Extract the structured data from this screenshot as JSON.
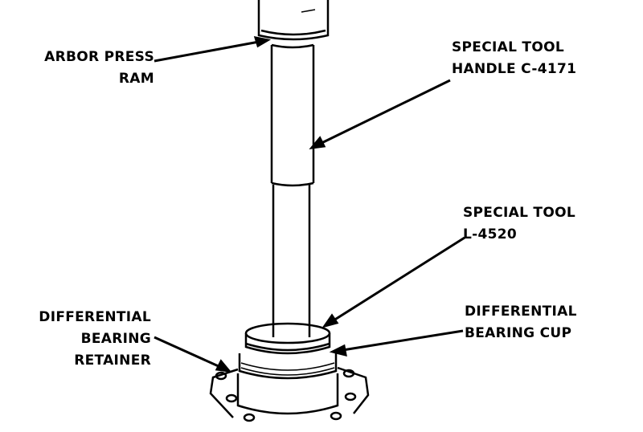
{
  "labels": {
    "arbor_press_ram": [
      "ARBOR PRESS",
      "RAM"
    ],
    "handle": [
      "SPECIAL TOOL",
      "HANDLE C-4171"
    ],
    "tool": [
      "SPECIAL TOOL",
      "L-4520"
    ],
    "retainer": [
      "DIFFERENTIAL",
      "BEARING",
      "RETAINER"
    ],
    "cup": [
      "DIFFERENTIAL",
      "BEARING CUP"
    ]
  }
}
